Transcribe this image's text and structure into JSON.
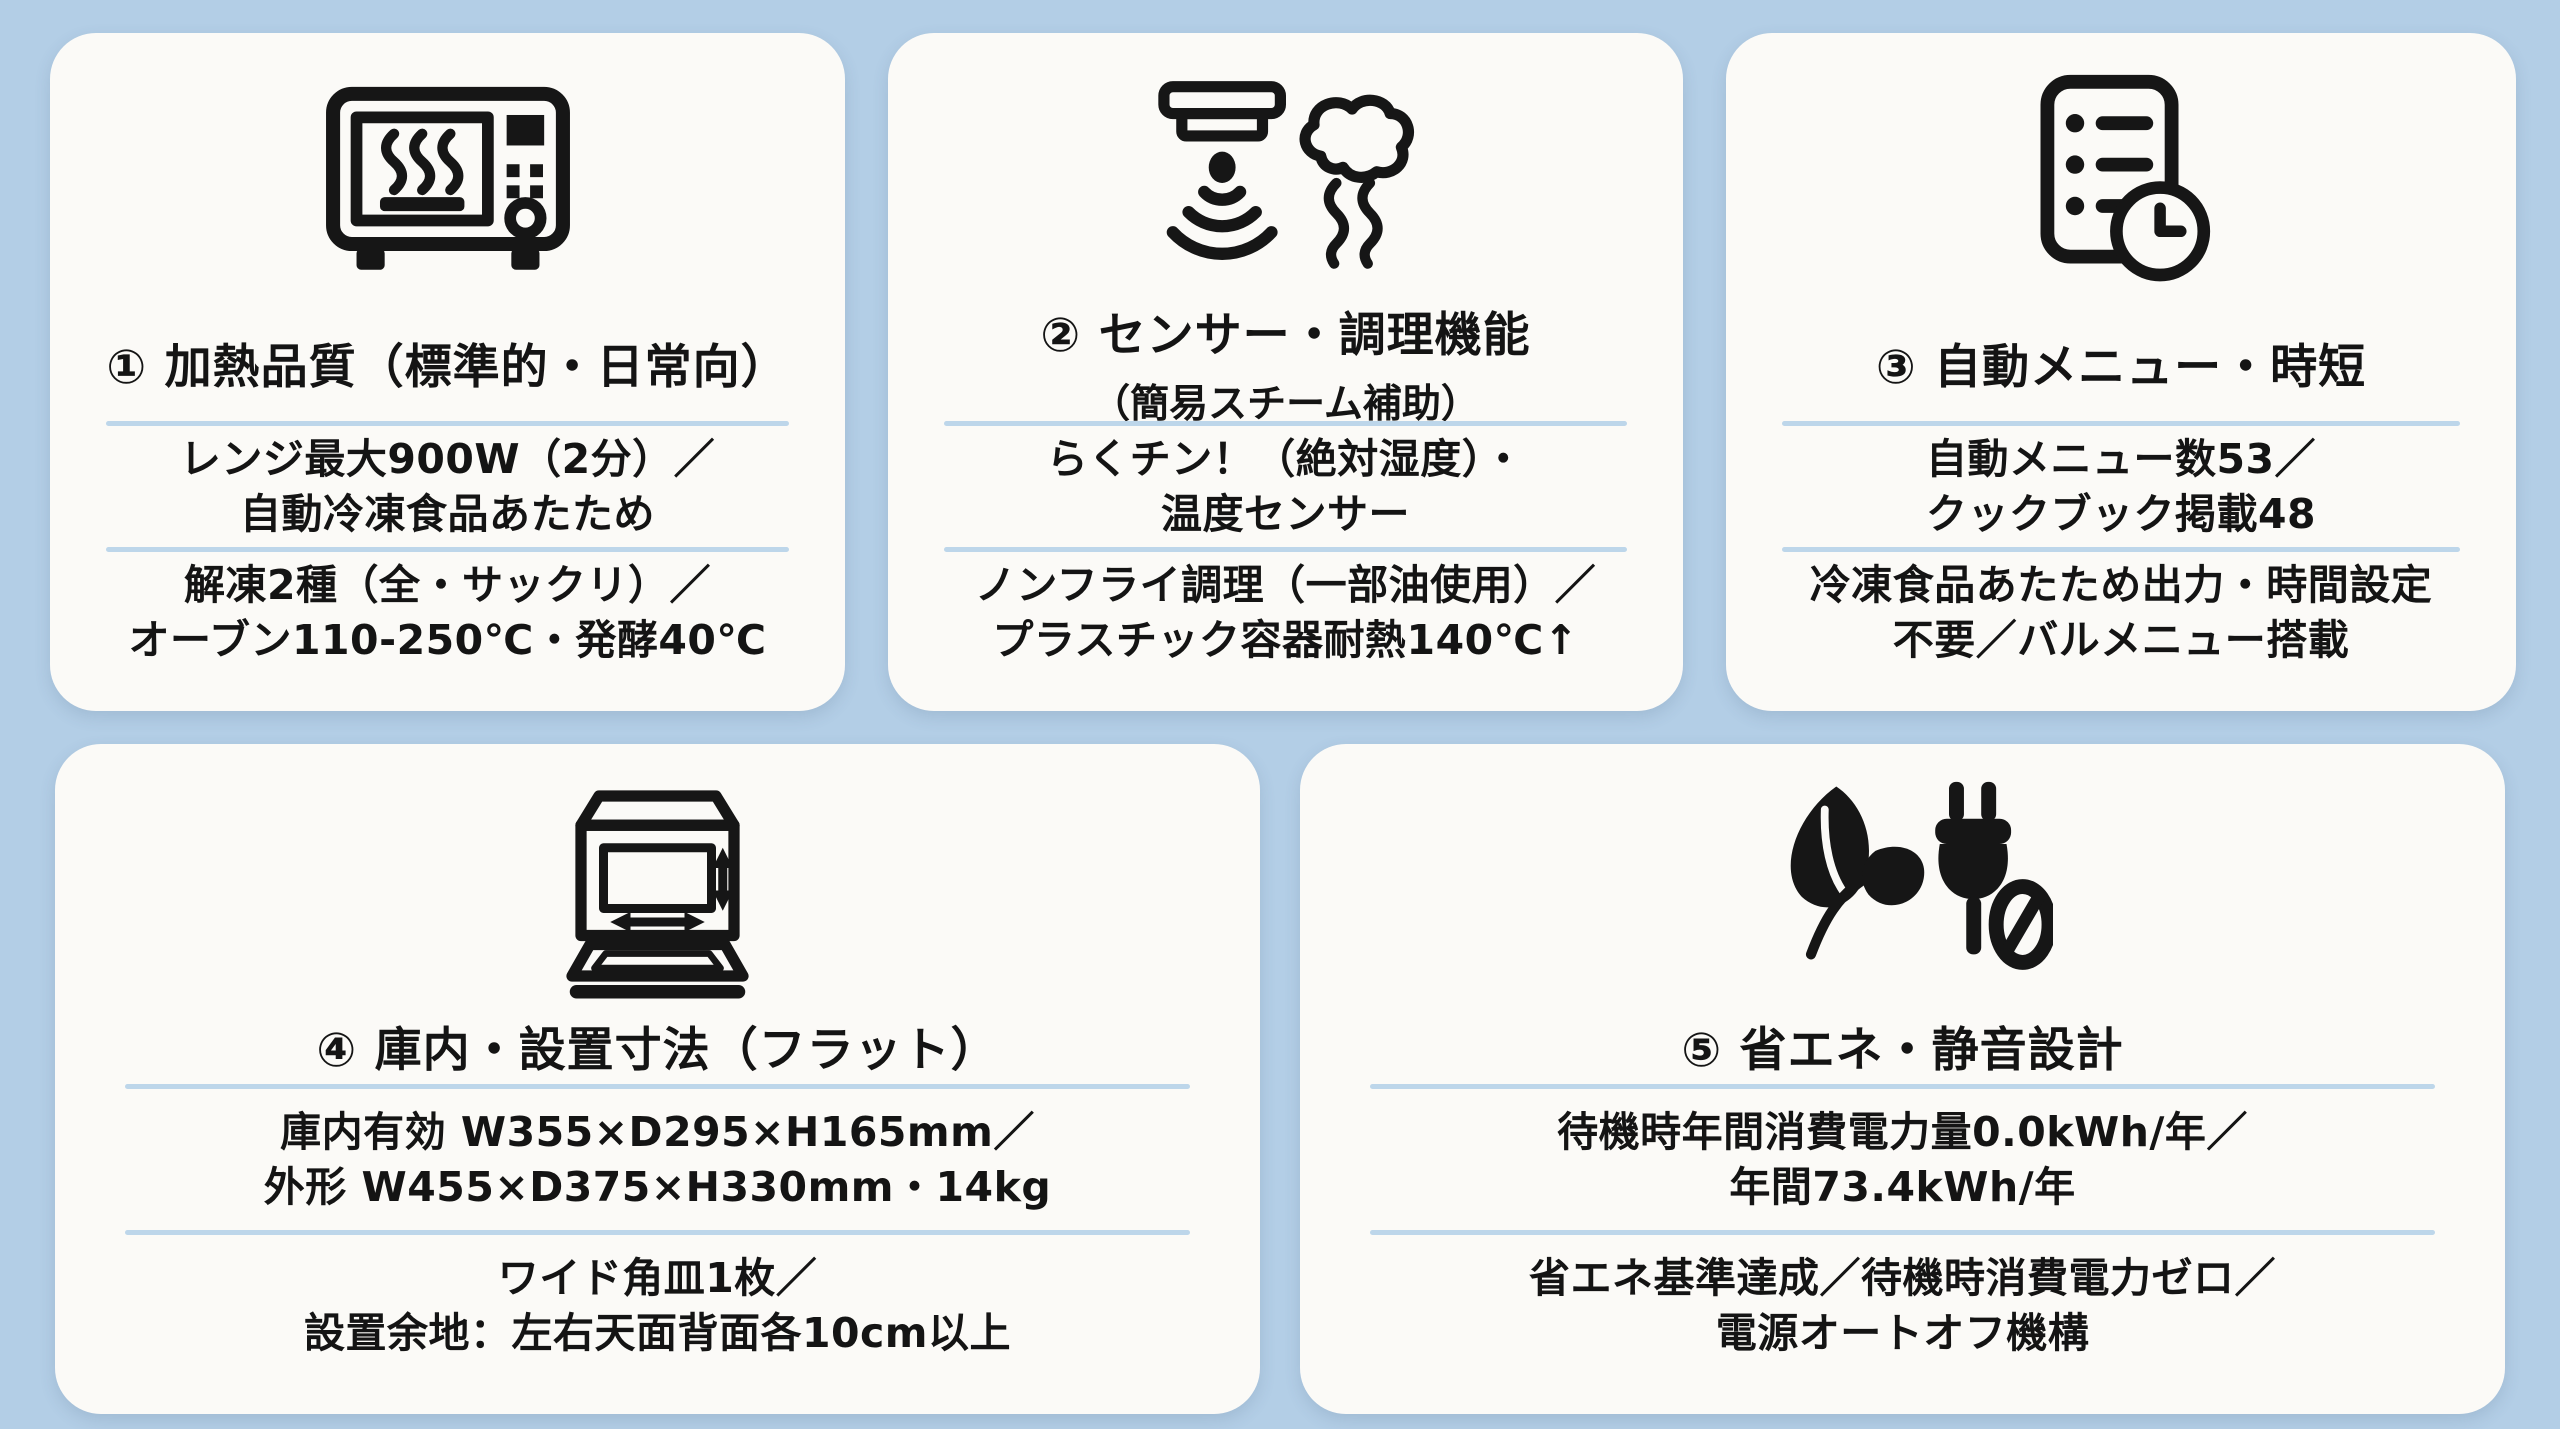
{
  "colors": {
    "background": "#b3cee6",
    "card": "#fbfaf7",
    "divider": "#bdd6ea",
    "text": "#141414"
  },
  "cards": [
    {
      "icon": "microwave-icon",
      "title": "① 加熱品質（標準的・日常向）",
      "rows": [
        [
          "レンジ最大900W（2分）／",
          "自動冷凍食品あたため"
        ],
        [
          "解凍2種（全・サックリ）／",
          "オーブン110-250℃・発酵40℃"
        ]
      ]
    },
    {
      "icon": "sensor-steam-icon",
      "title": "② センサー・調理機能",
      "subtitle": "（簡易スチーム補助）",
      "rows": [
        [
          "らくチン！（絶対湿度）・",
          "温度センサー"
        ],
        [
          "ノンフライ調理（一部油使用）／",
          "プラスチック容器耐熱140℃↑"
        ]
      ]
    },
    {
      "icon": "menu-clock-icon",
      "title": "③ 自動メニュー・時短",
      "rows": [
        [
          "自動メニュー数53／",
          "クックブック掲載48"
        ],
        [
          "冷凍食品あたため出力・時間設定",
          "不要／バルメニュー搭載"
        ]
      ]
    },
    {
      "icon": "oven-dimensions-icon",
      "title": "④ 庫内・設置寸法（フラット）",
      "rows": [
        [
          "庫内有効 W355×D295×H165mm／",
          "外形 W455×D375×H330mm・14kg"
        ],
        [
          "ワイド角皿1枚／",
          "設置余地：左右天面背面各10cm以上"
        ]
      ]
    },
    {
      "icon": "eco-plug-icon",
      "title": "⑤ 省エネ・静音設計",
      "rows": [
        [
          "待機時年間消費電力量0.0kWh/年／",
          "年間73.4kWh/年"
        ],
        [
          "省エネ基準達成／待機時消費電力ゼロ／",
          "電源オートオフ機構"
        ]
      ]
    }
  ]
}
